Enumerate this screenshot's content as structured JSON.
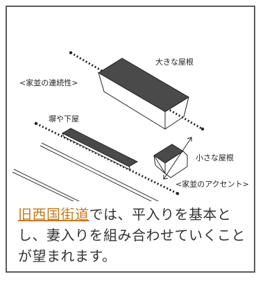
{
  "labels": {
    "large_roof": "大きな屋根",
    "house_continuity": "<家並の連続性>",
    "wall_lower_roof": "塀や下屋",
    "small_roof": "小さな屋根",
    "house_accent": "<家並のアクセント>"
  },
  "caption": {
    "link_text": "旧西国街道",
    "text": "では、平入りを基本とし、妻入りを組み合わせていくことが望まれます。"
  },
  "colors": {
    "link": "#c97a18",
    "border": "#5a5a5a"
  }
}
